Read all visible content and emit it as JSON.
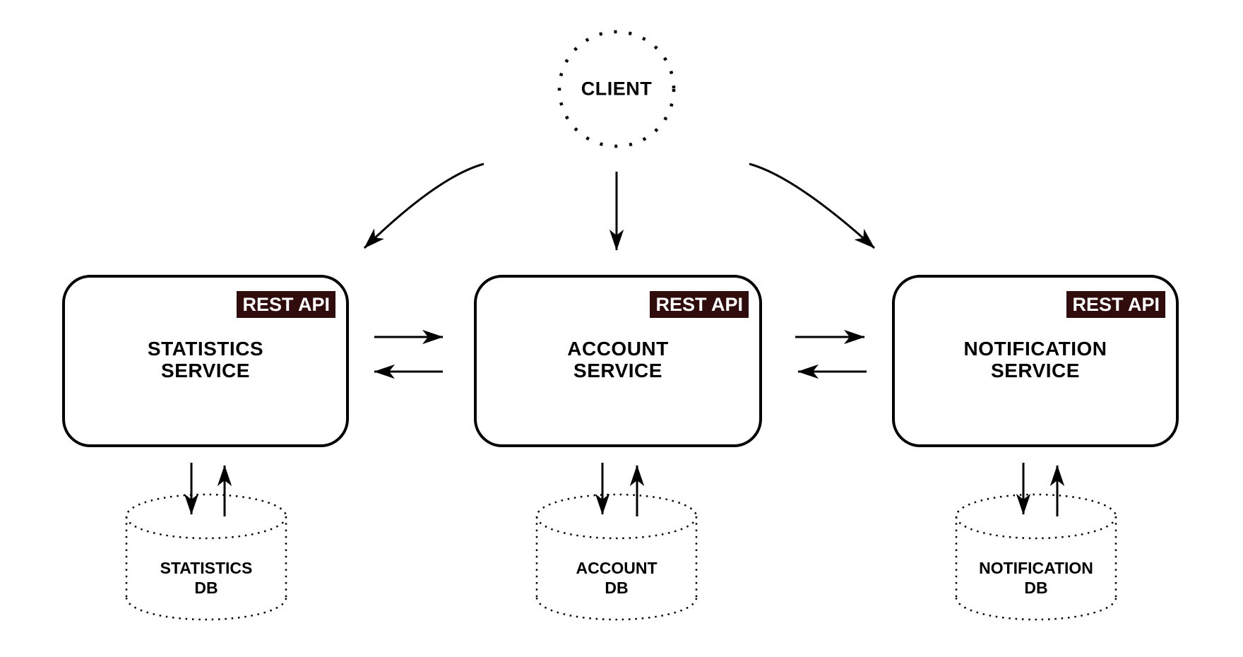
{
  "diagram_type": "microservices-architecture",
  "client": {
    "label": "CLIENT"
  },
  "services": [
    {
      "id": "statistics",
      "badge_label": "REST API",
      "name_line1": "STATISTICS",
      "name_line2": "SERVICE",
      "database": {
        "line1": "STATISTICS",
        "line2": "DB"
      }
    },
    {
      "id": "account",
      "badge_label": "REST API",
      "name_line1": "ACCOUNT",
      "name_line2": "SERVICE",
      "database": {
        "line1": "ACCOUNT",
        "line2": "DB"
      }
    },
    {
      "id": "notification",
      "badge_label": "REST API",
      "name_line1": "NOTIFICATION",
      "name_line2": "SERVICE",
      "database": {
        "line1": "NOTIFICATION",
        "line2": "DB"
      }
    }
  ],
  "colors": {
    "badge_background": "#310c0c",
    "badge_text": "#ffffff",
    "line": "#000000",
    "background": "#ffffff"
  }
}
